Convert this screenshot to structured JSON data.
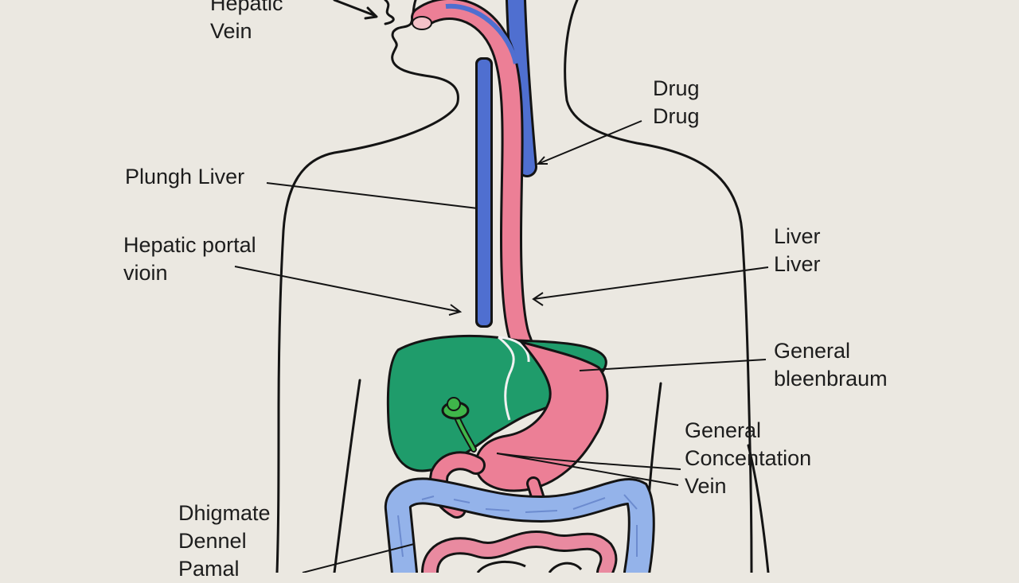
{
  "labels": {
    "hepatic_vein": [
      "Hepatic",
      "Vein"
    ],
    "drug": [
      "Drug",
      "Drug"
    ],
    "plunger_liver": [
      "Plungh Liver"
    ],
    "hepatic_portal": [
      "Hepatic portal",
      "vioin"
    ],
    "liver": [
      "Liver",
      "Liver"
    ],
    "general_bloodstream": [
      "General",
      "bleenbraum"
    ],
    "general_concentration": [
      "General",
      "Concentation",
      "Vein"
    ],
    "bottom_left": [
      "Dhigmate",
      "Dennel",
      "Pamal"
    ]
  },
  "colors": {
    "background": "#ebe8e1",
    "outline": "#141414",
    "vein_blue": "#4f6fd0",
    "artery_pink": "#ec7f96",
    "liver_green": "#1f9c6b",
    "gallbladder_green": "#3fb64a",
    "colon_blue": "#94b3ea",
    "intestine_pink": "#e98aa0"
  }
}
